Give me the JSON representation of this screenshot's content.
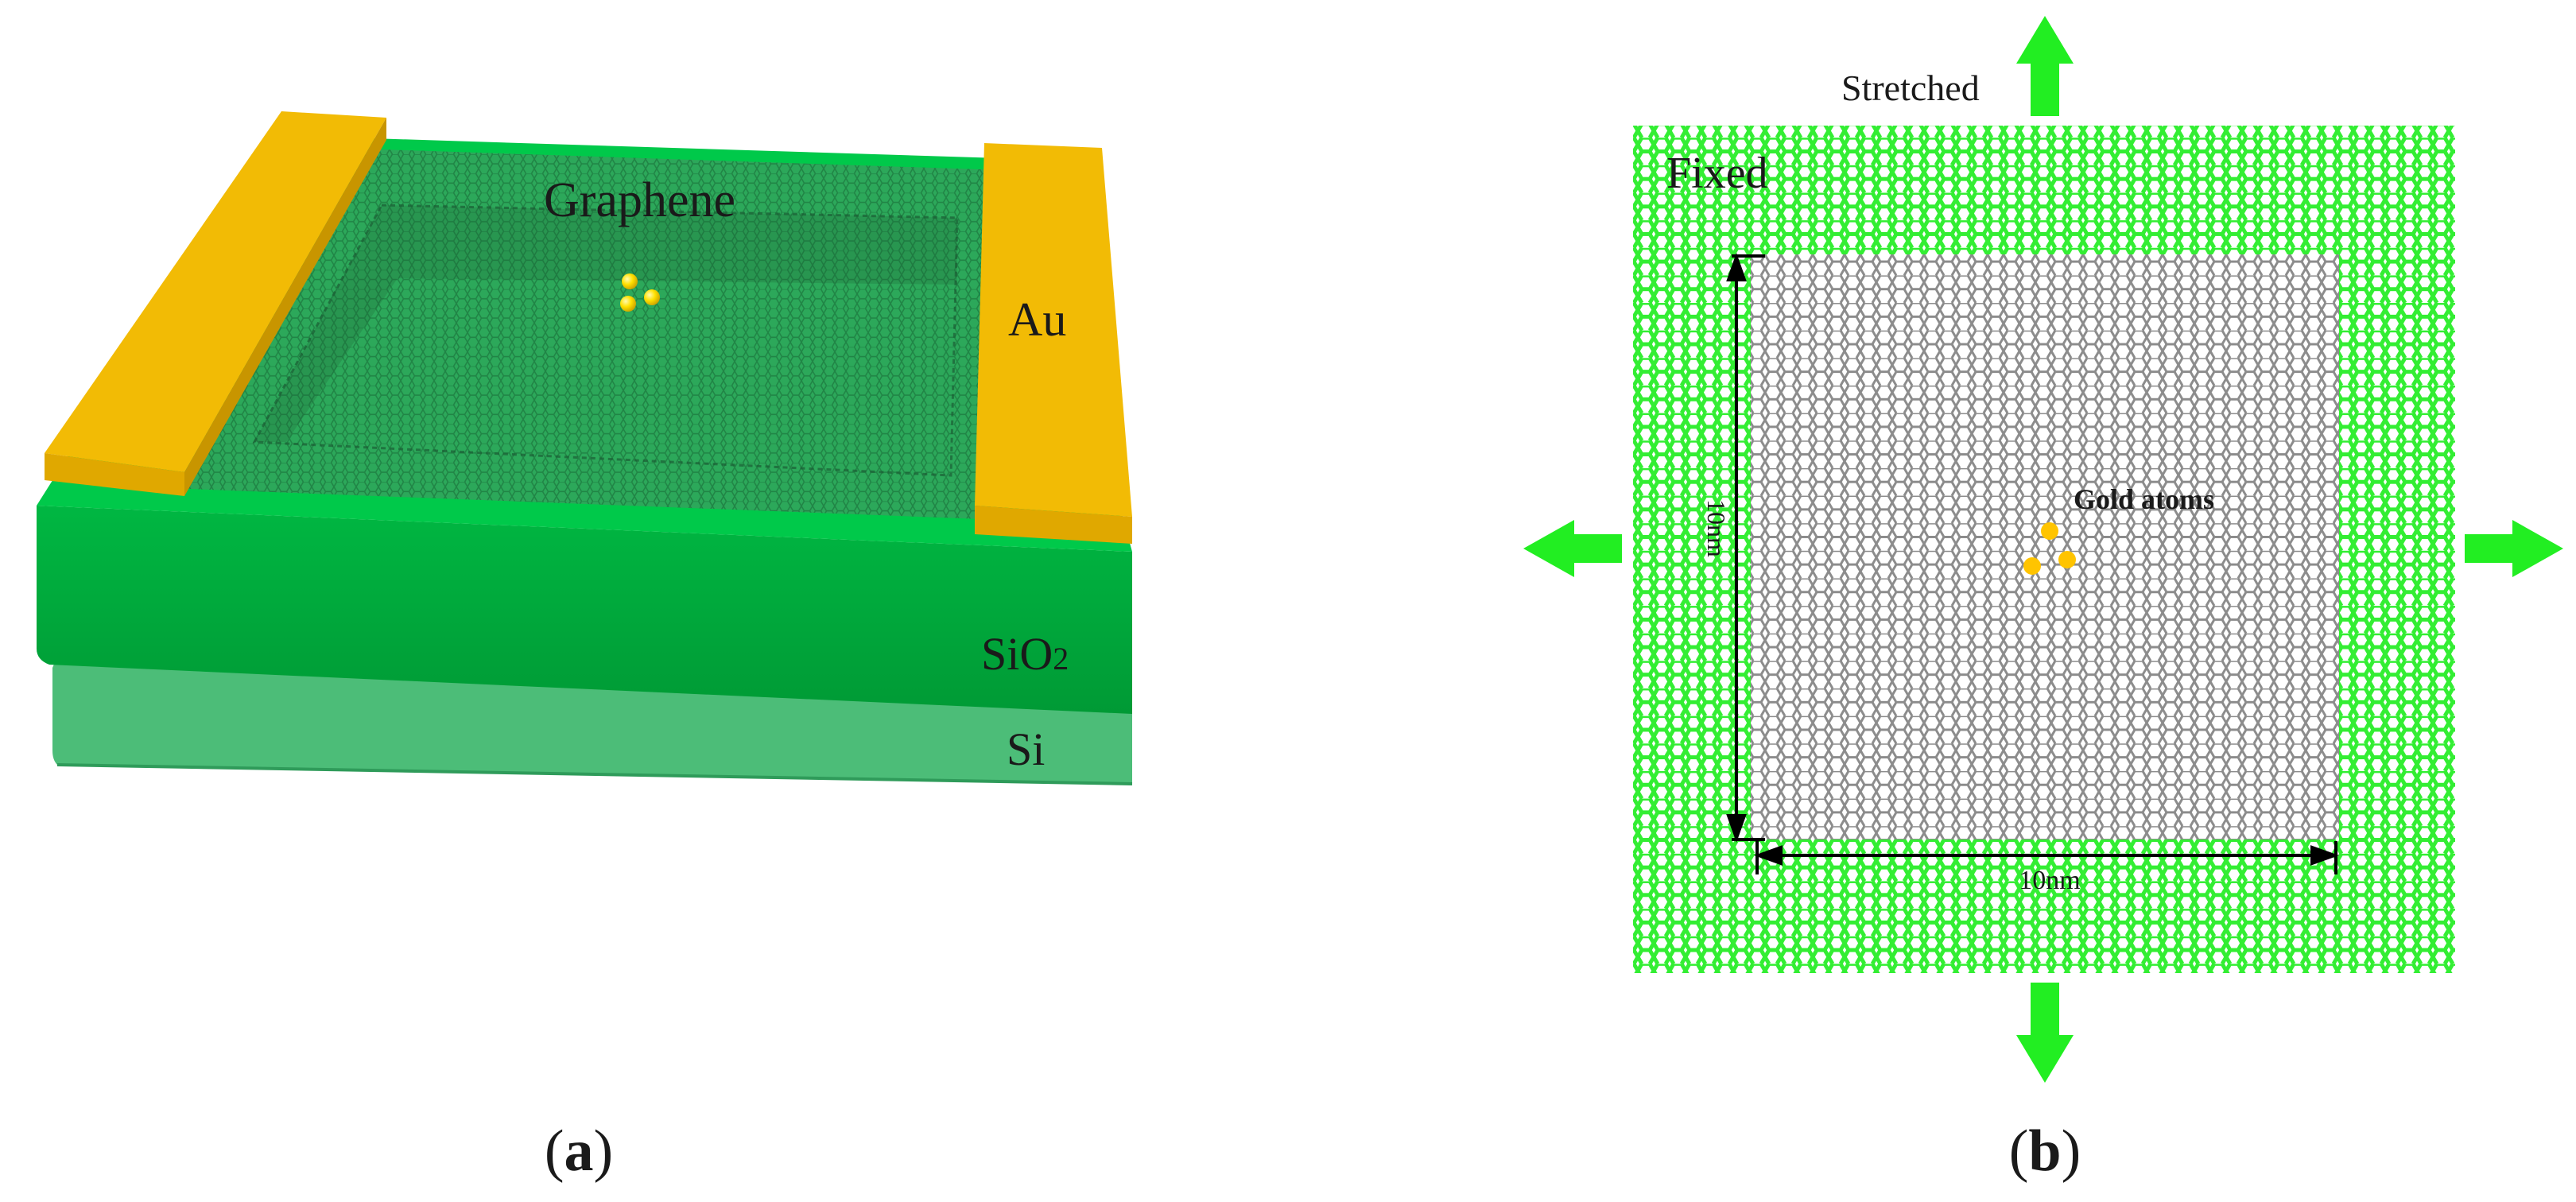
{
  "panel_a": {
    "caption_open": "(",
    "caption_letter": "a",
    "caption_close": ")",
    "label_graphene": "Graphene",
    "label_au": "Au",
    "label_sio2_main": "SiO",
    "label_sio2_sub": "2",
    "label_si": "Si"
  },
  "panel_b": {
    "caption_open": "(",
    "caption_letter": "b",
    "caption_close": ")",
    "label_stretched": "Stretched",
    "label_fixed": "Fixed",
    "label_gold_atoms": "Gold atoms",
    "dim_vertical": "10nm",
    "dim_horizontal": "10nm"
  },
  "colors": {
    "gold_electrode": "#f2bb05",
    "sio2_top": "#00c94a",
    "sio2_front": "#00a83a",
    "si_layer": "#4cbd78",
    "graphene_sheet": "#2ca85a",
    "fixed_region": "#33ee33",
    "stretched_region": "#8c8c8c",
    "arrow_green": "#22ee22",
    "gold_atom": "#ffc400"
  }
}
